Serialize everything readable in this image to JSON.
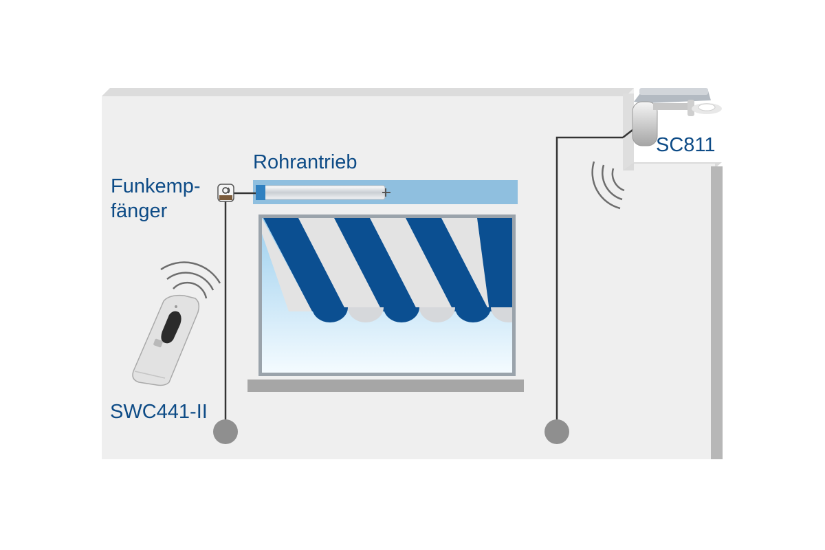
{
  "labels": {
    "motor": "Rohrantrieb",
    "receiver_line1": "Funkemp-",
    "receiver_line2": "fänger",
    "sensor": "SC811",
    "remote": "SWC441-II"
  },
  "colors": {
    "wall": "#efefef",
    "wall_edge": "#b7b7b7",
    "label_text": "#0d4b86",
    "awning_blue": "#0b4f91",
    "awning_white": "#e3e3e3",
    "motor_bar": "#8fbfdf",
    "cable": "#333333",
    "socket": "#8f8f8f"
  },
  "icons": {
    "remote": "remote-control-icon",
    "receiver": "radio-receiver-icon",
    "sensor": "sun-wind-sensor-icon",
    "motor": "tubular-motor-icon",
    "signal": "radio-waves-icon",
    "outlet": "power-outlet-icon"
  }
}
